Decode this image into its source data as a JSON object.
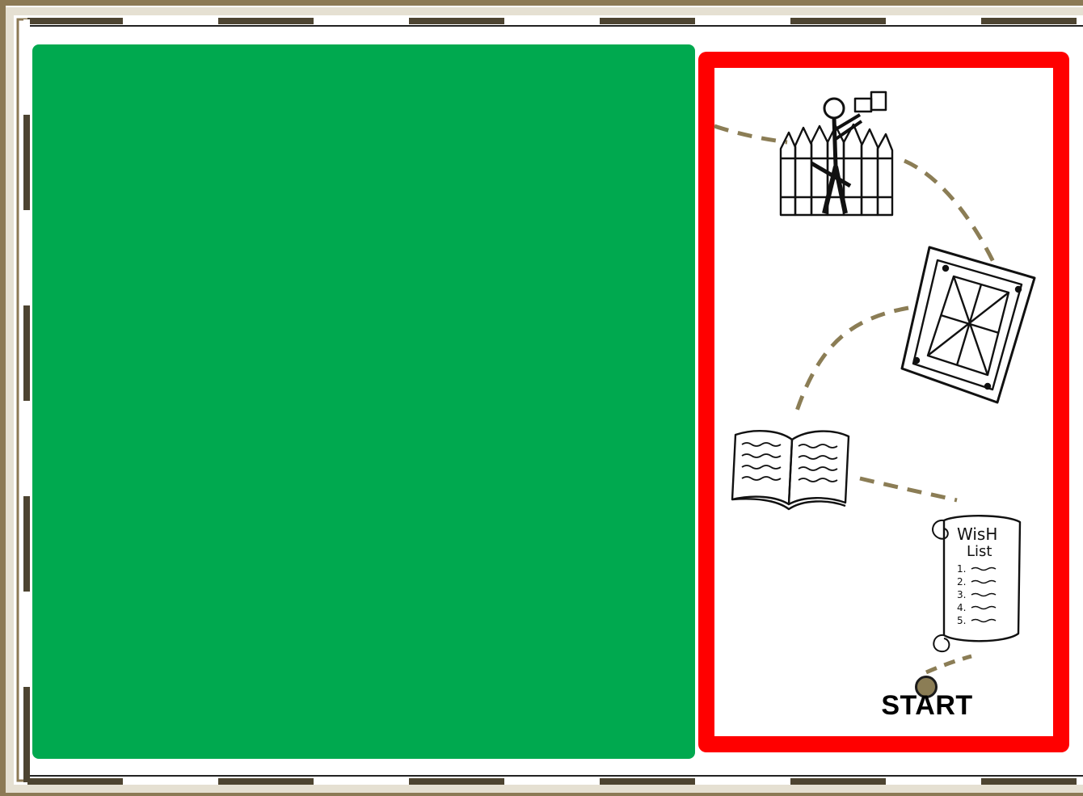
{
  "colors": {
    "frame_outer": "#8c7a55",
    "frame_dark": "#4d4431",
    "frame_light": "#e5e0d2",
    "green_panel": "#00a94f",
    "map_border": "#ff0000",
    "path_dash": "#8b7d55",
    "start_dot": "#8b7d55"
  },
  "map": {
    "start_label": "START",
    "wish_list_title_line1": "WisH",
    "wish_list_title_line2": "List",
    "wish_list_numbers": [
      "1.",
      "2.",
      "3.",
      "4.",
      "5."
    ],
    "icons": [
      "lookout-fence-icon",
      "window-frame-icon",
      "open-book-icon",
      "wish-list-scroll-icon"
    ]
  }
}
